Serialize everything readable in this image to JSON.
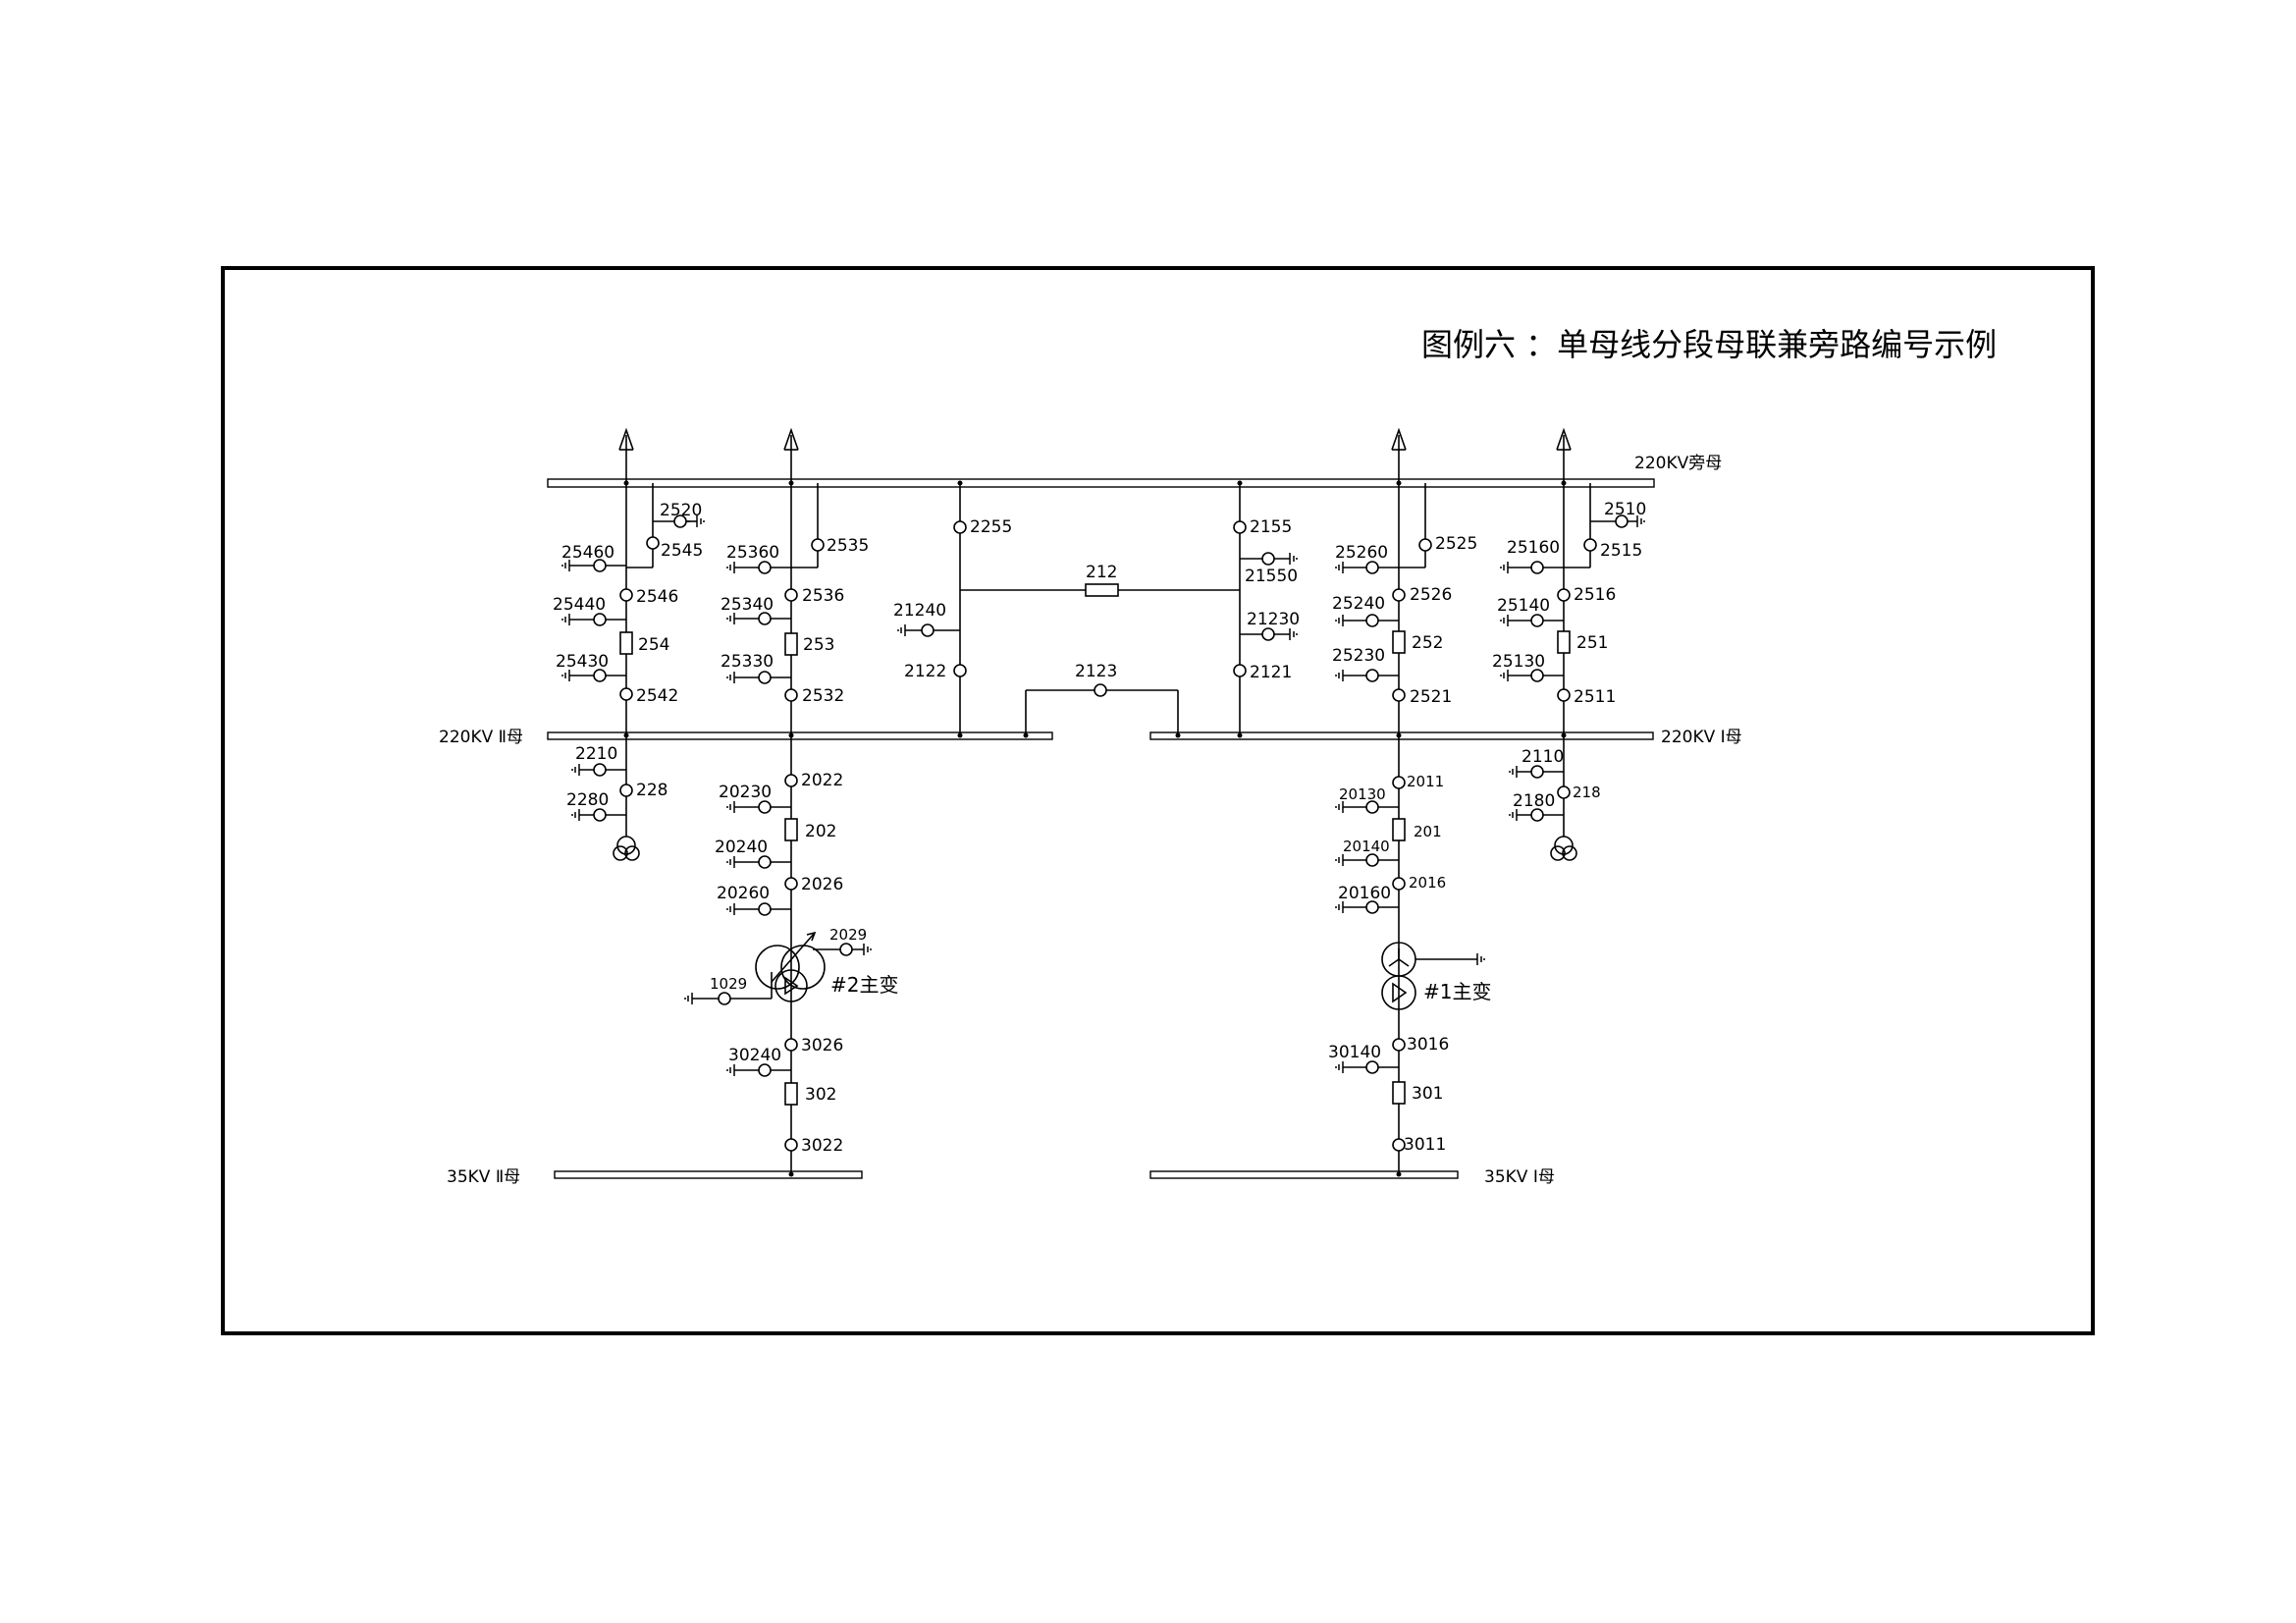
{
  "title": "图例六 ：单母线分段母联兼旁路编号示例",
  "buses": {
    "bypass": "220KV旁母",
    "bus2_220": "220KV Ⅱ母",
    "bus1_220": "220KV Ⅰ母",
    "bus2_35": "35KV Ⅱ母",
    "bus1_35": "35KV Ⅰ母"
  },
  "transformers": {
    "t2": "#2主变",
    "t1": "#1主变"
  },
  "switch_labels": {
    "s2520": "2520",
    "s25460": "25460",
    "s2545": "2545",
    "s25440": "25440",
    "s2546": "2546",
    "b254": "254",
    "s25430": "25430",
    "s2542": "2542",
    "s25360": "25360",
    "s2535": "2535",
    "s25340": "25340",
    "s2536": "2536",
    "b253": "253",
    "s25330": "25330",
    "s2532": "2532",
    "s2255": "2255",
    "b212": "212",
    "s21240": "21240",
    "s2122": "2122",
    "s2123": "2123",
    "s2155": "2155",
    "s21550": "21550",
    "s21230": "21230",
    "s2121": "2121",
    "s25260": "25260",
    "s2525": "2525",
    "s25240": "25240",
    "s2526": "2526",
    "b252": "252",
    "s25230": "25230",
    "s2521": "2521",
    "s2510": "2510",
    "s25160": "25160",
    "s2515": "2515",
    "s25140": "25140",
    "s2516": "2516",
    "b251": "251",
    "s25130": "25130",
    "s2511": "2511",
    "s2210": "2210",
    "s228": "228",
    "s2280": "2280",
    "s2022": "2022",
    "s20230": "20230",
    "b202": "202",
    "s20240": "20240",
    "s2026": "2026",
    "s20260": "20260",
    "s2029": "2029",
    "s1029": "1029",
    "s3026": "3026",
    "s30240": "30240",
    "b302": "302",
    "s3022": "3022",
    "s2110": "2110",
    "s218": "218",
    "s2180": "2180",
    "s2011": "2011",
    "s20130": "20130",
    "b201": "201",
    "s20140": "20140",
    "s2016": "2016",
    "s20160": "20160",
    "s3016": "3016",
    "s30140": "30140",
    "b301": "301",
    "s3011": "3011"
  }
}
